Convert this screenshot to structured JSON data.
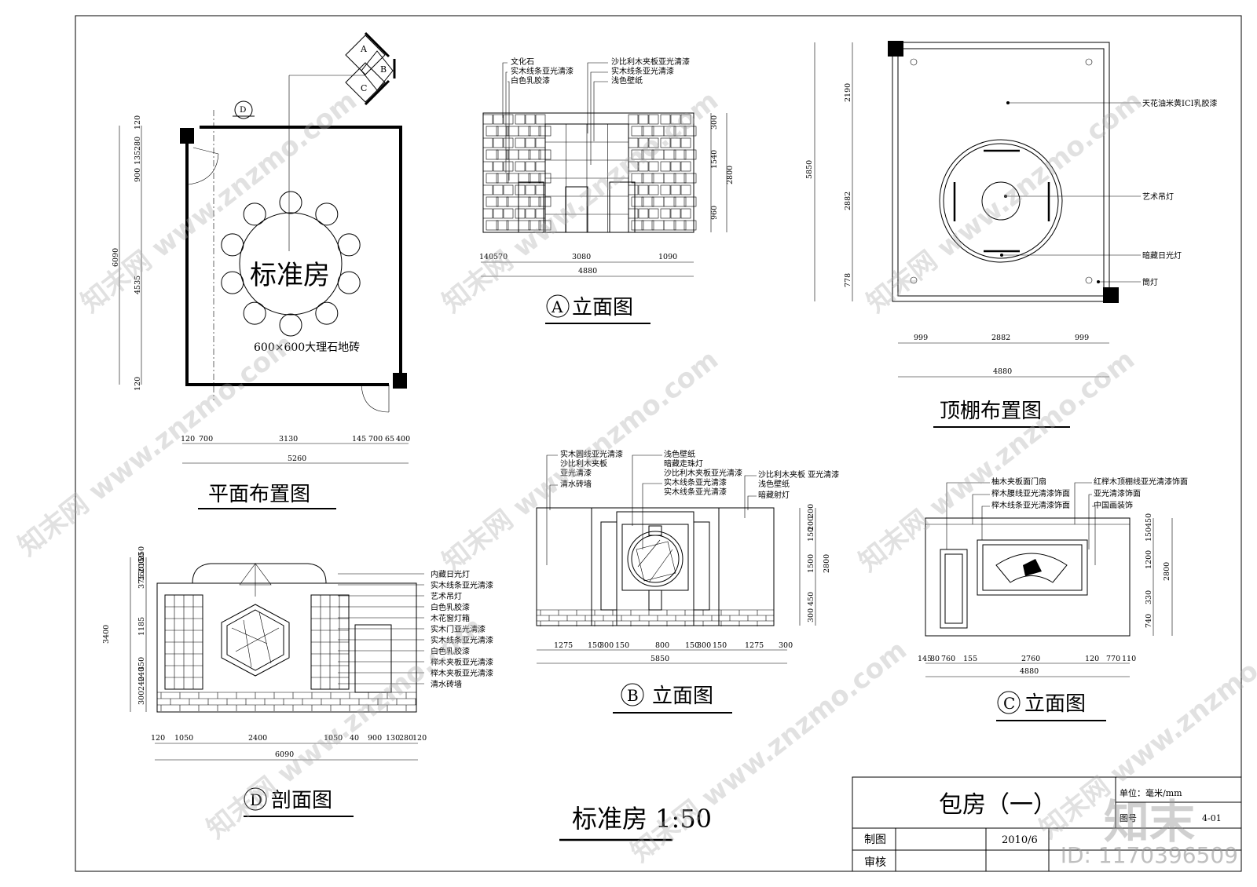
{
  "plan": {
    "title": "平面布置图",
    "room_label": "标准房",
    "floor_note": "600×600大理石地砖",
    "marker_D": "D",
    "markers": [
      "A",
      "B",
      "C"
    ],
    "dims_left": [
      "120",
      "280",
      "135",
      "900",
      "6090",
      "4535",
      "120"
    ],
    "dims_bottom": [
      "120",
      "700",
      "3130",
      "145",
      "700",
      "65",
      "400"
    ],
    "total": "5260"
  },
  "elev_a": {
    "title": "立面图",
    "circle": "A",
    "labels": [
      "文化石",
      "实木线条亚光清漆",
      "白色乳胶漆",
      "沙比利木夹板亚光清漆",
      "实木线条亚光清漆",
      "浅色壁纸"
    ],
    "dims_right": [
      "300",
      "1540",
      "2800",
      "960"
    ],
    "dims_bottom": [
      "140",
      "570",
      "3080",
      "1090"
    ],
    "total": "4880"
  },
  "ceiling": {
    "title": "顶棚布置图",
    "labels": [
      "天花油米黄ICI乳胶漆",
      "艺术吊灯",
      "暗藏日光灯",
      "筒灯"
    ],
    "dims_left": [
      "5850",
      "2190",
      "2882",
      "778"
    ],
    "dims_bottom": [
      "999",
      "2882",
      "999"
    ],
    "total": "4880"
  },
  "section_d": {
    "title": "剖面图",
    "circle": "D",
    "labels": [
      "内藏日光灯",
      "实木线条亚光清漆",
      "艺术吊灯",
      "白色乳胶漆",
      "木花窗灯箱",
      "实木门亚光清漆",
      "实木线条亚光清漆",
      "白色乳胶漆",
      "榉木夹板亚光清漆",
      "榉木夹板亚光清漆",
      "清水砖墙"
    ],
    "dims_left": [
      "250",
      "150",
      "200",
      "350",
      "375",
      "3400",
      "1185",
      "350",
      "240",
      "240",
      "300"
    ],
    "dims_bottom": [
      "120",
      "1050",
      "2400",
      "1050",
      "40",
      "900",
      "130",
      "280",
      "120"
    ],
    "total": "6090"
  },
  "elev_b": {
    "title": "立面图",
    "circle": "B",
    "labels_left": [
      "实木圆线亚光清漆",
      "沙比利木夹板",
      "亚光清漆",
      "清水砖墙"
    ],
    "labels_mid": [
      "浅色壁纸",
      "暗藏走珠灯",
      "沙比利木夹板亚光清漆",
      "实木线条亚光清漆",
      "实木线条亚光清漆"
    ],
    "labels_right": [
      "沙比利木夹板 亚光清漆",
      "浅色壁纸",
      "暗藏射灯"
    ],
    "dims_right": [
      "200",
      "200",
      "150",
      "1500",
      "2800",
      "450",
      "300"
    ],
    "dims_bottom": [
      "1275",
      "150",
      "300",
      "150",
      "800",
      "150",
      "300",
      "150",
      "1275",
      "300"
    ],
    "total": "5850"
  },
  "elev_c": {
    "title": "立面图",
    "circle": "C",
    "labels_left": [
      "柚木夹板面门扇",
      "榉木腰线亚光清漆饰面",
      "榉木线条亚光清漆饰面"
    ],
    "labels_right": [
      "红榉木顶棚线亚光清漆饰面",
      "亚光清漆饰面",
      "中国画装饰"
    ],
    "dims_right": [
      "450",
      "150",
      "1200",
      "2800",
      "330",
      "740"
    ],
    "dims_bottom": [
      "145",
      "80",
      "760",
      "155",
      "2760",
      "120",
      "770",
      "110"
    ],
    "total": "4880"
  },
  "sheet_title": "标准房  1:50",
  "title_block": {
    "name": "包房（一）",
    "unit_label": "单位：毫米/mm",
    "drawing_no_label": "图号",
    "drawing_no": "4-01",
    "drawn_label": "制图",
    "date": "2010/6",
    "check_label": "审核"
  },
  "watermark": {
    "text": "www.znzmo.com",
    "brand": "知末网",
    "logo": "知末",
    "id": "ID: 1170396509"
  }
}
